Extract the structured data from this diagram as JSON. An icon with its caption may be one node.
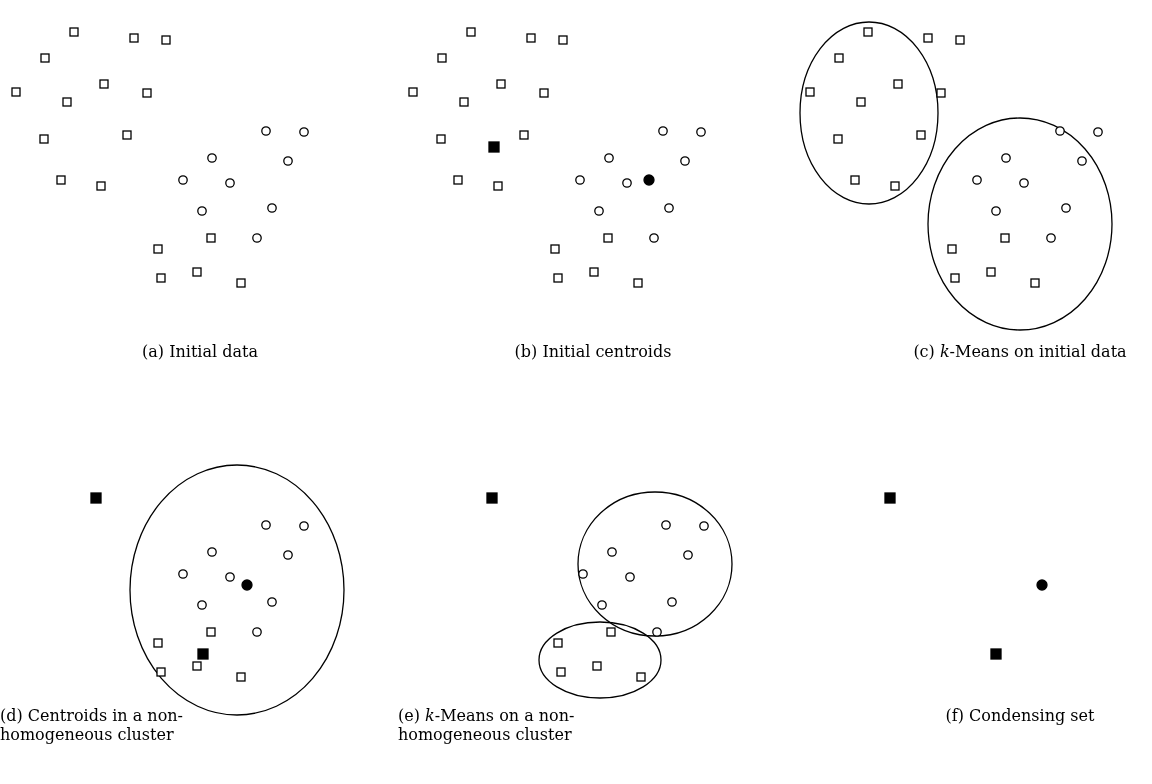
{
  "diagram": {
    "labels": [
      "(a) Initial data",
      "(b) Initial centroids",
      "(c) *k*-Means on initial data",
      "(d) Centroids in a non-homogeneous cluster",
      "(e) *k*-Means on a non-homogeneous cluster",
      "(f) Condensing set"
    ]
  }
}
